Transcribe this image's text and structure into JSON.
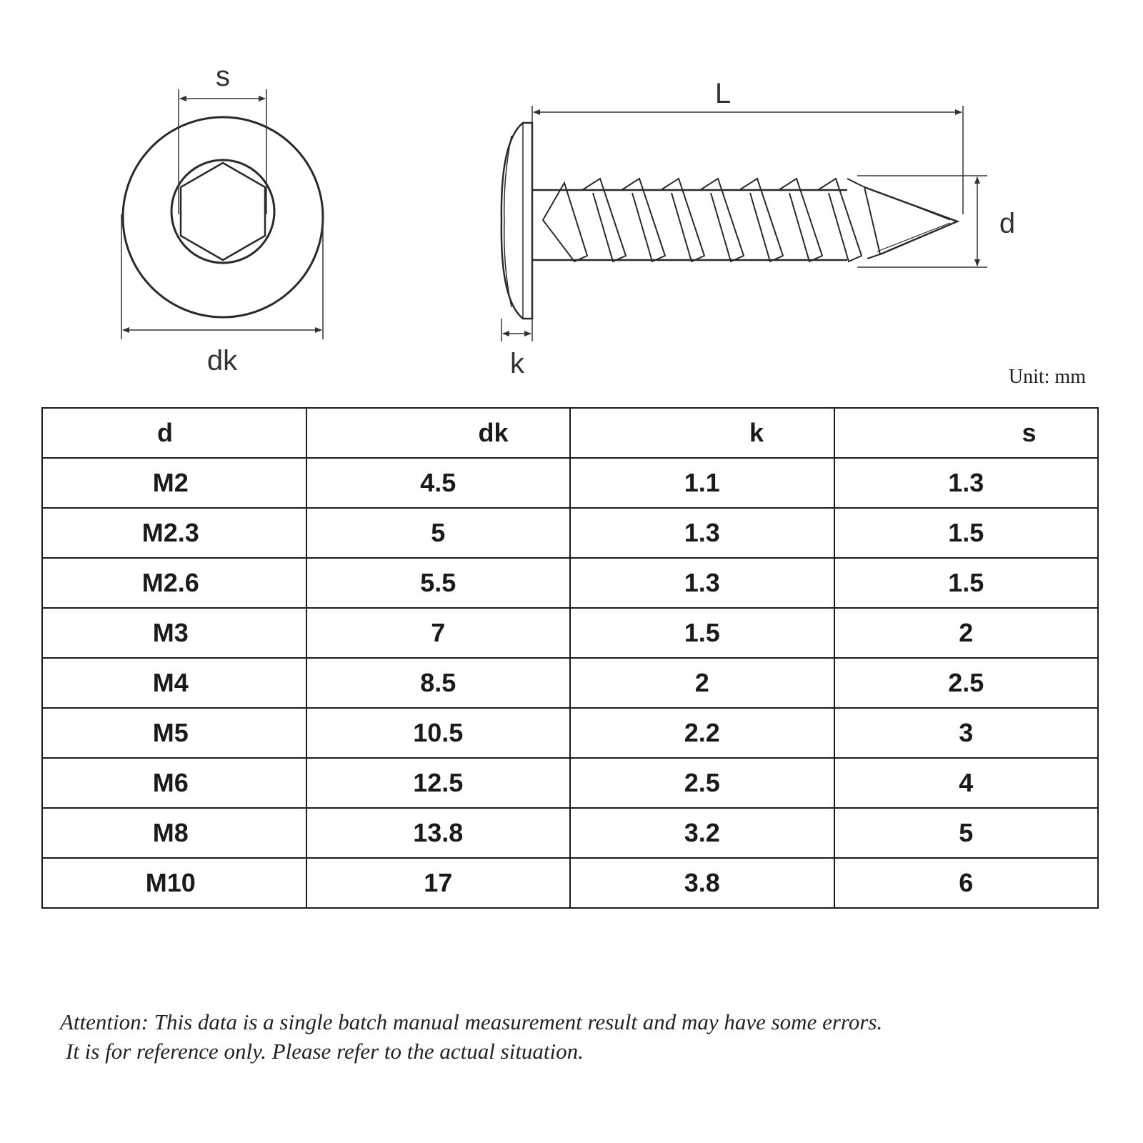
{
  "diagram": {
    "labels": {
      "s": "s",
      "dk": "dk",
      "L": "L",
      "k": "k",
      "d": "d"
    }
  },
  "unit_label": "Unit: mm",
  "table": {
    "headers": [
      "d",
      "dk",
      "k",
      "s"
    ],
    "rows": [
      [
        "M2",
        "4.5",
        "1.1",
        "1.3"
      ],
      [
        "M2.3",
        "5",
        "1.3",
        "1.5"
      ],
      [
        "M2.6",
        "5.5",
        "1.3",
        "1.5"
      ],
      [
        "M3",
        "7",
        "1.5",
        "2"
      ],
      [
        "M4",
        "8.5",
        "2",
        "2.5"
      ],
      [
        "M5",
        "10.5",
        "2.2",
        "3"
      ],
      [
        "M6",
        "12.5",
        "2.5",
        "4"
      ],
      [
        "M8",
        "13.8",
        "3.2",
        "5"
      ],
      [
        "M10",
        "17",
        "3.8",
        "6"
      ]
    ]
  },
  "note": {
    "line1": "Attention: This data is a single batch manual measurement result and may have some errors.",
    "line2": "It is for reference only. Please refer to the actual situation."
  }
}
